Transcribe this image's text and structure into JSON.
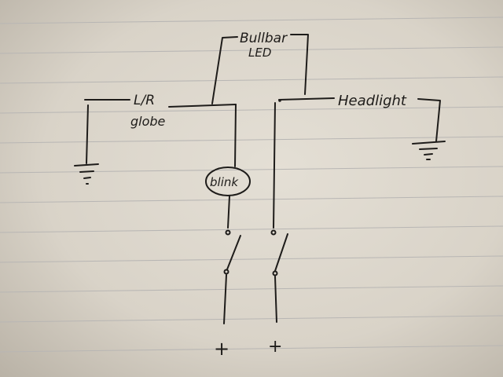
{
  "labels": {
    "bullbar_line1": "Bullbar",
    "bullbar_line2": "LED",
    "lr_line1": "L/R",
    "lr_line2": "globe",
    "headlight": "Headlight",
    "blink": "blink",
    "plus_left": "+",
    "plus_right": "+"
  }
}
